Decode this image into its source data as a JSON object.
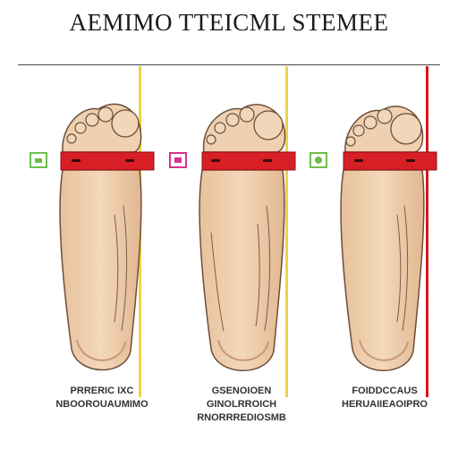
{
  "title": "AEMIMO TTEICML STEMEE",
  "colors": {
    "skin": "#efd1b2",
    "skin_shadow": "#d9b08c",
    "outline": "#6b4f3a",
    "band": "#d81f26",
    "yellow_line": "#f0d24a",
    "red_line": "#d8161c",
    "marker_green": "#6cc04a",
    "marker_magenta": "#d6338f"
  },
  "panels": [
    {
      "caption_line1": "PRRERIC IXC",
      "caption_line2": "NBOOROUAUMIMO",
      "caption_line3": "",
      "marker_color": "marker_green",
      "side_line_color": "yellow_line"
    },
    {
      "caption_line1": "GSENOIOEN",
      "caption_line2": "GINOLRROICH",
      "caption_line3": "RNORRREDIOSMB",
      "marker_color": "marker_magenta",
      "side_line_color": "yellow_line"
    },
    {
      "caption_line1": "FOIDDCCAUS",
      "caption_line2": "HERUAIIEAOIPRO",
      "caption_line3": "",
      "marker_color": "marker_green",
      "side_line_color": "red_line"
    }
  ]
}
